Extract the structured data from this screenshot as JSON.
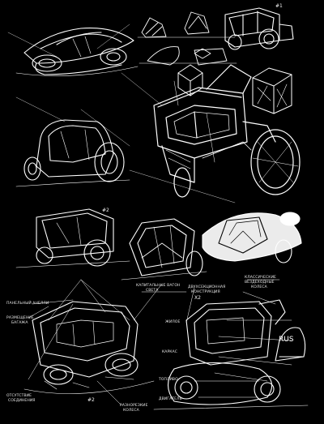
{
  "sketch": {
    "background": "#000000",
    "ink": "#ffffff",
    "corner_tag": "#1",
    "mid_tag": "#2",
    "bottom_tag": "#2",
    "plate": "RUS",
    "dim_tag": "X2",
    "notes_mid": [
      "КАПИТАЛЬНЫЕ ВАГОН",
      "СВЕТА",
      "ДВУХСЕКЦИОННАЯ",
      "КОНСТРУКЦИЯ",
      "КЛАССИЧЕСКИЕ",
      "ВЕЗДЕХОДНЫЕ",
      "КОЛЕСА"
    ],
    "notes_left": [
      "ПАНЕЛЬНЫЙ АНЕЛЛИ",
      "РАЗМЕЩЕНИЕ",
      "БАГАЖА",
      "ОТСУТСТВИЕ",
      "СОЕДИНЕНИЯ"
    ],
    "notes_bottom": [
      "РАЗНОРЕЗКИЕ",
      "КОЛЕСА"
    ],
    "notes_right": [
      "ЖИЛОЕ",
      "КАРКАС",
      "ТОПЛИВО",
      "ДВИГАТЕЛЬ"
    ]
  }
}
